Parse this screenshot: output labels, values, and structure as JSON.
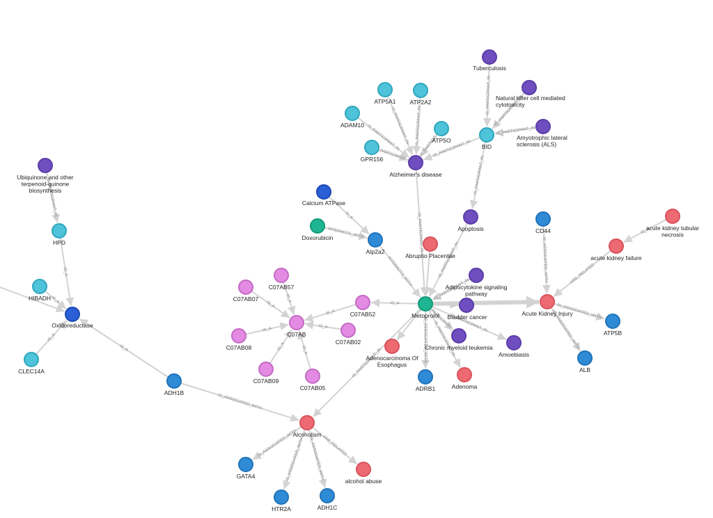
{
  "colors": {
    "pathway": "#6f4fbf",
    "pathway_border": "#5b3ca8",
    "gene": "#4fc3d9",
    "gene_border": "#2ea6bd",
    "protein": "#2f8bd6",
    "protein_border": "#1f72b8",
    "disease": "#ee6a72",
    "disease_border": "#d9505a",
    "drug": "#1fb592",
    "drug_border": "#129977",
    "drugclass": "#e38ae3",
    "drugclass_border": "#c46ac4",
    "enzyme": "#2a5fd6",
    "enzyme_border": "#1a48b3",
    "edge": "#d3d3d3"
  },
  "nodes": [
    {
      "id": "tuberculosis",
      "label": "Tuberculosis",
      "type": "pathway"
    },
    {
      "id": "nk",
      "label": "Natural killer cell mediated cytotoxicity",
      "type": "pathway"
    },
    {
      "id": "als",
      "label": "Amyotrophic lateral sclerosis (ALS)",
      "type": "pathway"
    },
    {
      "id": "bid",
      "label": "BID",
      "type": "gene"
    },
    {
      "id": "atp5a1",
      "label": "ATP5A1",
      "type": "gene"
    },
    {
      "id": "atp2a2",
      "label": "ATP2A2",
      "type": "gene"
    },
    {
      "id": "adam10",
      "label": "ADAM10",
      "type": "gene"
    },
    {
      "id": "atp5o",
      "label": "ATP5O",
      "type": "gene"
    },
    {
      "id": "gpr156",
      "label": "GPR156",
      "type": "gene"
    },
    {
      "id": "alz",
      "label": "Alzheimer's disease",
      "type": "pathway"
    },
    {
      "id": "ubi",
      "label": "Ubiquinone and other terpenoid-quinone biosynthesis",
      "type": "pathway"
    },
    {
      "id": "hpd",
      "label": "HPD",
      "type": "gene"
    },
    {
      "id": "hibadh",
      "label": "HIBADH",
      "type": "gene"
    },
    {
      "id": "oxido",
      "label": "Oxidoreductase",
      "type": "enzyme"
    },
    {
      "id": "clec14a",
      "label": "CLEC14A",
      "type": "gene"
    },
    {
      "id": "calcium",
      "label": "Calcium ATPase",
      "type": "enzyme"
    },
    {
      "id": "doxo",
      "label": "Doxorubicin",
      "type": "drug"
    },
    {
      "id": "atp2a2b",
      "label": "Atp2a2",
      "type": "protein"
    },
    {
      "id": "apoptosis",
      "label": "Apoptosis",
      "type": "pathway"
    },
    {
      "id": "abruptio",
      "label": "Abruptio Placentae",
      "type": "disease"
    },
    {
      "id": "adipo",
      "label": "Adipocytokine signaling pathway",
      "type": "pathway"
    },
    {
      "id": "metoprolol",
      "label": "Metoprolol",
      "type": "drug"
    },
    {
      "id": "bladder",
      "label": "Bladder cancer",
      "type": "pathway"
    },
    {
      "id": "cml",
      "label": "Chronic myeloid leukemia",
      "type": "pathway"
    },
    {
      "id": "amoeb",
      "label": "Amoebiasis",
      "type": "pathway"
    },
    {
      "id": "adenoc",
      "label": "Adenocarcinoma Of Esophagus",
      "type": "disease"
    },
    {
      "id": "adrb1",
      "label": "ADRB1",
      "type": "protein"
    },
    {
      "id": "adenoma",
      "label": "Adenoma",
      "type": "disease"
    },
    {
      "id": "c07ab57",
      "label": "C07AB57",
      "type": "drugclass"
    },
    {
      "id": "c07ab07",
      "label": "C07AB07",
      "type": "drugclass"
    },
    {
      "id": "c07ab52",
      "label": "C07AB52",
      "type": "drugclass"
    },
    {
      "id": "c07ab",
      "label": "C07AB",
      "type": "drugclass"
    },
    {
      "id": "c07ab08",
      "label": "C07AB08",
      "type": "drugclass"
    },
    {
      "id": "c07ab02",
      "label": "C07AB02",
      "type": "drugclass"
    },
    {
      "id": "c07ab09",
      "label": "C07AB09",
      "type": "drugclass"
    },
    {
      "id": "c07ab05",
      "label": "C07AB05",
      "type": "drugclass"
    },
    {
      "id": "adh1b",
      "label": "ADH1B",
      "type": "protein"
    },
    {
      "id": "alcoholism",
      "label": "Alcoholism",
      "type": "disease"
    },
    {
      "id": "gata4",
      "label": "GATA4",
      "type": "protein"
    },
    {
      "id": "htr2a",
      "label": "HTR2A",
      "type": "protein"
    },
    {
      "id": "adh1c",
      "label": "ADH1C",
      "type": "protein"
    },
    {
      "id": "abuse",
      "label": "alcohol abuse",
      "type": "disease"
    },
    {
      "id": "cd44",
      "label": "CD44",
      "type": "protein"
    },
    {
      "id": "akin",
      "label": "acute kidney tubular necrosis",
      "type": "disease"
    },
    {
      "id": "akf",
      "label": "acute kidney failure",
      "type": "disease"
    },
    {
      "id": "aki",
      "label": "Acute Kidney Injury",
      "type": "disease"
    },
    {
      "id": "atp5b",
      "label": "ATP5B",
      "type": "protein"
    },
    {
      "id": "alb",
      "label": "ALB",
      "type": "protein"
    }
  ],
  "edges": [
    {
      "from": "tuberculosis",
      "to": "bid",
      "label": "IS_PARTICIPANT_IN"
    },
    {
      "from": "nk",
      "to": "bid",
      "label": "IS_PARTICIPANT_IN"
    },
    {
      "from": "als",
      "to": "bid",
      "label": "IS_PARTICIPANT_IN"
    },
    {
      "from": "bid",
      "to": "alz",
      "label": "IS_PARTICIPANT_IN"
    },
    {
      "from": "bid",
      "to": "apoptosis",
      "label": "IS_PARTICIPANT_IN"
    },
    {
      "from": "atp5a1",
      "to": "alz",
      "label": "IS_PARTICIPANT_IN"
    },
    {
      "from": "atp2a2",
      "to": "alz",
      "label": "IS_PARTICIPANT_IN"
    },
    {
      "from": "adam10",
      "to": "alz",
      "label": "IS_PARTICIPANT_IN"
    },
    {
      "from": "atp5o",
      "to": "alz",
      "label": "IS_PARTICIP..."
    },
    {
      "from": "gpr156",
      "to": "alz",
      "label": "IS_PARTICIPANT_IN"
    },
    {
      "from": "alz",
      "to": "metoprolol",
      "label": "IS_PARTICIPANT_IN"
    },
    {
      "from": "ubi",
      "to": "hpd",
      "label": "IS_PARTICIPANT_IN"
    },
    {
      "from": "hpd",
      "to": "oxido",
      "label": "IS_A"
    },
    {
      "from": "hibadh",
      "to": "oxido",
      "label": "IS_A"
    },
    {
      "from": "edge_left",
      "to": "oxido",
      "label": ""
    },
    {
      "from": "clec14a",
      "to": "oxido",
      "label": "IS_A"
    },
    {
      "from": "adh1b",
      "to": "oxido",
      "label": "IS_A"
    },
    {
      "from": "calcium",
      "to": "atp2a2b",
      "label": "IS_A"
    },
    {
      "from": "doxo",
      "to": "atp2a2b",
      "label": "INTERACTS_WITH"
    },
    {
      "from": "atp2a2b",
      "to": "metoprolol",
      "label": "INTERACTS_WITH"
    },
    {
      "from": "apoptosis",
      "to": "metoprolol",
      "label": "IS_PARTICIPANT_IN"
    },
    {
      "from": "abruptio",
      "to": "metoprolol",
      "label": ""
    },
    {
      "from": "adipo",
      "to": "metoprolol",
      "label": "IS_PARTICIPANT_IN"
    },
    {
      "from": "metoprolol",
      "to": "bladder",
      "label": "IS_PARTICIPANT_IN"
    },
    {
      "from": "metoprolol",
      "to": "aki",
      "label": "",
      "thick": true
    },
    {
      "from": "metoprolol",
      "to": "cml",
      "label": "IS_PARTICIPANT_IN"
    },
    {
      "from": "metoprolol",
      "to": "amoeb",
      "label": "IS_PARTICIPANT_IN"
    },
    {
      "from": "metoprolol",
      "to": "adenoma",
      "label": "IS_PARTICIPANT_IN"
    },
    {
      "from": "metoprolol",
      "to": "adrb1",
      "label": "IS_ASSOCIATED_WITH"
    },
    {
      "from": "metoprolol",
      "to": "adenoc",
      "label": ""
    },
    {
      "from": "metoprolol",
      "to": "alcoholism",
      "label": "IS_PARTICIPANT_IN"
    },
    {
      "from": "metoprolol",
      "to": "c07ab52",
      "label": "IS_A"
    },
    {
      "from": "c07ab52",
      "to": "c07ab",
      "label": "IS_A"
    },
    {
      "from": "c07ab02",
      "to": "c07ab",
      "label": "IS_A"
    },
    {
      "from": "c07ab57",
      "to": "c07ab",
      "label": "IS_A"
    },
    {
      "from": "c07ab07",
      "to": "c07ab",
      "label": "IS_A"
    },
    {
      "from": "c07ab08",
      "to": "c07ab",
      "label": "IS_A"
    },
    {
      "from": "c07ab09",
      "to": "c07ab",
      "label": "IS_A"
    },
    {
      "from": "c07ab05",
      "to": "c07ab",
      "label": "IS_A"
    },
    {
      "from": "adh1b",
      "to": "alcoholism",
      "label": "IS_ASSOCIATED_WITH"
    },
    {
      "from": "alcoholism",
      "to": "gata4",
      "label": "IS_ASSOCIATED_WITH"
    },
    {
      "from": "alcoholism",
      "to": "htr2a",
      "label": "IS_ASSOCIATED_WITH"
    },
    {
      "from": "alcoholism",
      "to": "adh1c",
      "label": "IS_ASSOCIATED_WITH"
    },
    {
      "from": "alcoholism",
      "to": "abuse",
      "label": "ARE_RELATED"
    },
    {
      "from": "cd44",
      "to": "aki",
      "label": "IS_ASSOCIATED_WITH"
    },
    {
      "from": "akin",
      "to": "akf",
      "label": "IS_A"
    },
    {
      "from": "akf",
      "to": "aki",
      "label": "ARE_RELATED"
    },
    {
      "from": "aki",
      "to": "atp5b",
      "label": "IS_ASSOCIATED_WITH"
    },
    {
      "from": "aki",
      "to": "alb",
      "label": "IS_ASSOCIATED_WITH"
    }
  ]
}
